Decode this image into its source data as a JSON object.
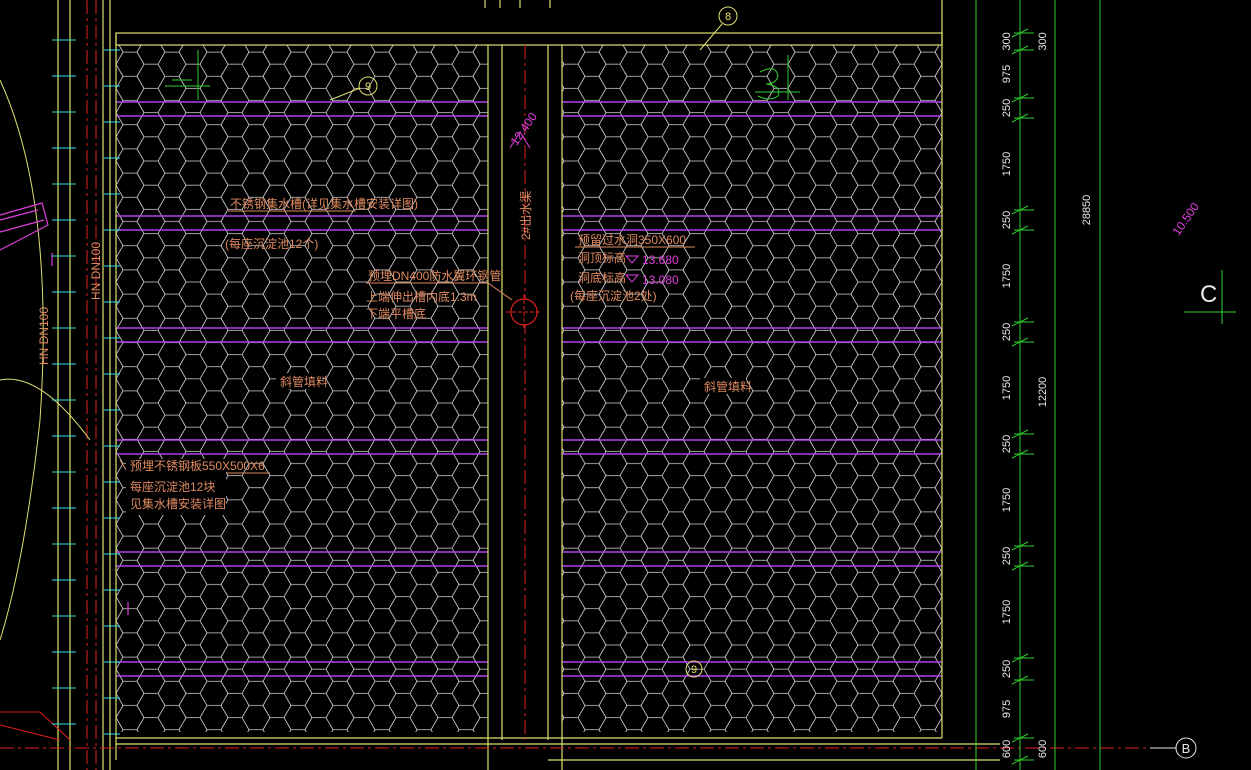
{
  "colors": {
    "bg": "#000000",
    "wall": "#e0e070",
    "beam": "#b040f0",
    "hex": "#d8d8d8",
    "dim": "#30d030",
    "axis": "#e02020",
    "note": "#e08a60",
    "tag": "#e040e0",
    "text": "#e8e8e8",
    "cyan": "#30e0e0"
  },
  "labels": {
    "grid_top": "8",
    "grid_b": "B",
    "grid_c": "C",
    "mark_top": "9",
    "mark_bottom": "9",
    "elev_left": "12.400",
    "elev_right": "10.500",
    "channel_label": "2#出水渠",
    "pipe_left": "HN DN100",
    "pipe_right": "HN DN100",
    "note_trough": [
      "不锈钢集水槽(详见集水槽安装详图)",
      "(每座沉淀池12个)"
    ],
    "note_pipe": [
      "预埋DN400防水翼环钢管",
      "上端伸出槽内底1.3m",
      "下端平槽底"
    ],
    "note_hole": [
      "预留过水洞350X600",
      "洞顶标高",
      "洞底标高",
      "(每座沉淀池2处)"
    ],
    "elev_hole_top": "13.680",
    "elev_hole_bottom": "13.080",
    "fill_left": "斜管填料",
    "fill_right": "斜管填料",
    "note_plate": [
      "预埋不锈钢板550X500X6",
      "每座沉淀池12块",
      "见集水槽安装详图"
    ]
  },
  "dimensions": {
    "inner": [
      "300",
      "975",
      "250",
      "1750",
      "250",
      "1750",
      "250",
      "1750",
      "250",
      "1750",
      "250",
      "1750",
      "250",
      "975",
      "600"
    ],
    "inner_b": [
      "300",
      "600"
    ],
    "overall_inner": "12200",
    "overall_outer": "28850"
  }
}
